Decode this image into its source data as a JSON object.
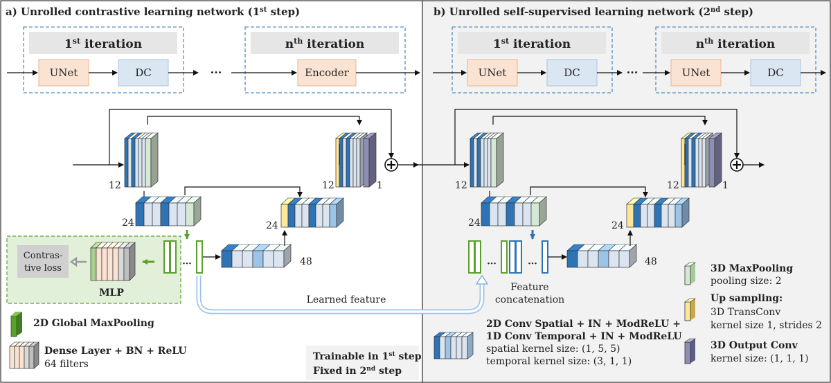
{
  "panel_a": {
    "title": "a) Unrolled contrastive learning  network (1",
    "title_sup": "st",
    "title_end": " step)",
    "iter1": {
      "label": "1",
      "sup": "st",
      "rest": " iteration"
    },
    "itern": {
      "label": "n",
      "sup": "th",
      "rest": " iteration"
    },
    "unet": "UNet",
    "dc": "DC",
    "encoder": "Encoder",
    "ellipsis": "···",
    "ch12_left": "12",
    "ch12_right": "12",
    "ch1": "1",
    "ch24_left": "24",
    "ch24_right": "24",
    "ch48": "48",
    "contrastive_loss_1": "Contras-",
    "contrastive_loss_2": "tive loss",
    "mlp": "MLP",
    "legend_gmp": "2D Global MaxPooling",
    "legend_dense": "Dense Layer + BN + ReLU",
    "legend_dense_sub": "64 filters",
    "trainable_1": "Trainable in 1",
    "trainable_1_sup": "st",
    "trainable_1_end": " step",
    "fixed_2": "Fixed in 2",
    "fixed_2_sup": "nd",
    "fixed_2_end": " step",
    "learned_feature": "Learned feature"
  },
  "panel_b": {
    "title": "b) Unrolled self-supervised learning  network (2",
    "title_sup": "nd",
    "title_end": " step)",
    "iter1": {
      "label": "1",
      "sup": "st",
      "rest": " iteration"
    },
    "itern": {
      "label": "n",
      "sup": "th",
      "rest": " iteration"
    },
    "unet": "UNet",
    "dc": "DC",
    "ellipsis": "···",
    "ch12_left": "12",
    "ch12_right": "12",
    "ch1": "1",
    "ch24_left": "24",
    "ch24_right": "24",
    "ch48": "48",
    "feature_concat_1": "Feature",
    "feature_concat_2": "concatenation",
    "legend_conv_1": "2D Conv Spatial + IN + ModReLU +",
    "legend_conv_2": "1D Conv Temporal + IN + ModReLU",
    "legend_conv_3": "spatial kernel size: (1, 5, 5)",
    "legend_conv_4": "temporal kernel size: (3, 1, 1)",
    "legend_maxpool": "3D MaxPooling",
    "legend_maxpool_sub": "pooling size: 2",
    "legend_upsample": "Up sampling:",
    "legend_upsample_sub1": "3D TransConv",
    "legend_upsample_sub2": "kernel size 1, strides 2",
    "legend_outconv": "3D Output Conv",
    "legend_outconv_sub": "kernel size: (1, 1, 1)"
  },
  "colors": {
    "unet_fill": "#fbe3d3",
    "dc_fill": "#dae6f2",
    "gray_header": "#e6e6e6",
    "dash_blue": "#4f8fc7",
    "green": "#5aa02c",
    "blue_dark": "#2e74b5",
    "blue_light": "#dbe5f1",
    "blue_mid": "#9dc3e6",
    "maxpool_green": "#d5e8d4",
    "upsample_yellow": "#ffe699",
    "outconv_purple": "#8e8eb5",
    "panel_b_bg": "#f2f2f2",
    "mlp_bg": "#e2efd9"
  }
}
